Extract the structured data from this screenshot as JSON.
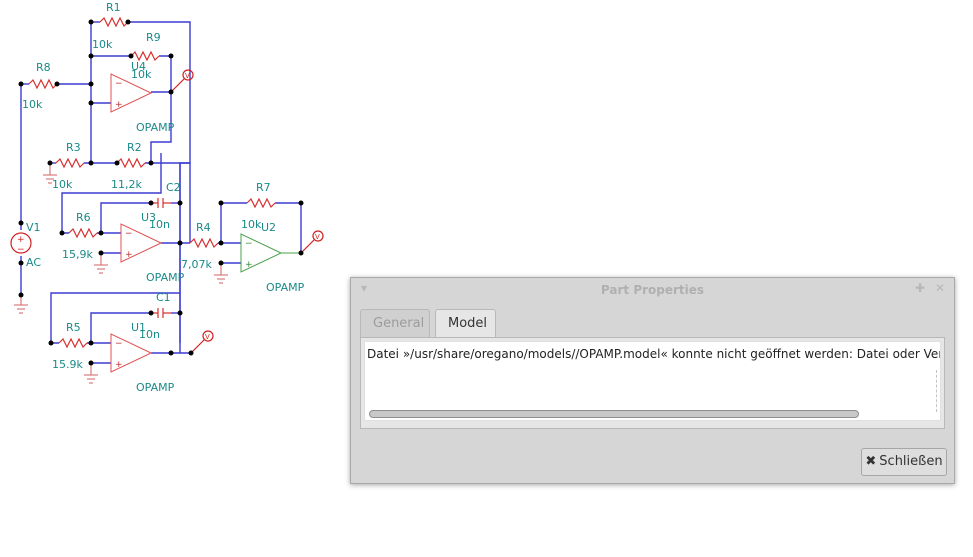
{
  "schematic": {
    "labels": {
      "r1": "R1",
      "r1_val": "10k",
      "r9": "R9",
      "r9_val": "10k",
      "r8": "R8",
      "r8_val": "10k",
      "u4": "U4",
      "u4_model": "OPAMP",
      "r3": "R3",
      "r3_val": "10k",
      "r2": "R2",
      "r2_val": "11,2k",
      "c2": "C2",
      "c2_val": "10n",
      "u3": "U3",
      "u3_model": "OPAMP",
      "r6": "R6",
      "r6_val": "15,9k",
      "r4": "R4",
      "r4_val": "7,07k",
      "r7": "R7",
      "r7_val": "10k",
      "u2": "U2",
      "u2_model": "OPAMP",
      "v1": "V1",
      "v1_type": "AC",
      "c1": "C1",
      "c1_val": "10n",
      "u1": "U1",
      "u1_model": "OPAMP",
      "r5": "R5",
      "r5_val": "15.9k"
    },
    "colors": {
      "wire": "#3c3cd0",
      "resistor": "#d83030",
      "label": "#1a8a8a",
      "opamp_red": "#e05050",
      "opamp_green": "#4aa04a"
    }
  },
  "dialog": {
    "title": "Part Properties",
    "tabs": [
      {
        "label": "General",
        "active": false
      },
      {
        "label": "Model",
        "active": true
      }
    ],
    "model_text": "Datei »/usr/share/oregano/models//OPAMP.model« konnte nicht geöffnet werden: Datei oder Verzeichnis nicht gefunden",
    "close_label": "Schließen",
    "icons": {
      "menu": "chevron-down-icon",
      "pin": "pin-icon",
      "close": "close-icon"
    }
  }
}
